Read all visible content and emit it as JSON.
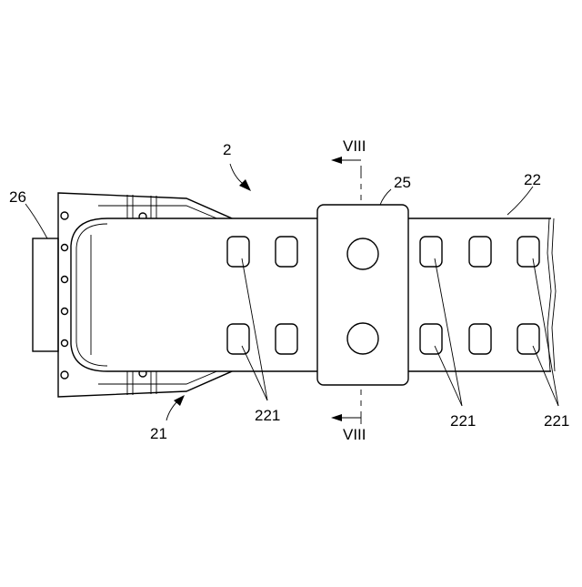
{
  "labels": {
    "assembly": "2",
    "end_cap": "26",
    "body": "21",
    "belt": "22",
    "slider": "25",
    "holes_left": "221",
    "holes_mid": "221",
    "holes_right": "221",
    "section_top": "VIII",
    "section_bottom": "VIII"
  }
}
